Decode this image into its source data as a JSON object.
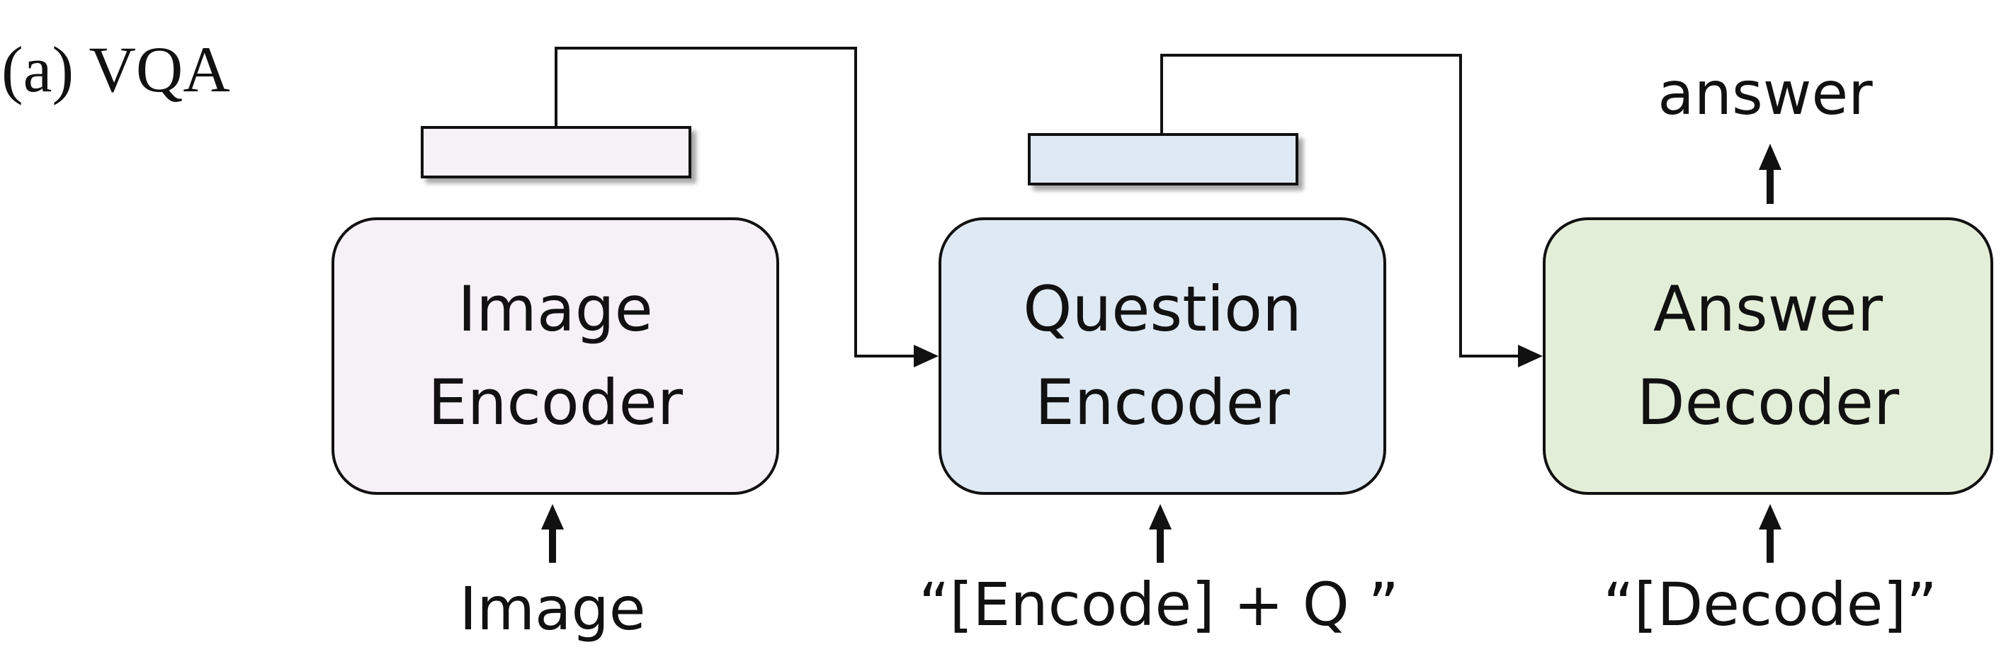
{
  "panel_label": "(a) VQA",
  "colors": {
    "image_encoder_fill": "#f6f0f7",
    "question_encoder_fill": "#dfe9f4",
    "answer_decoder_fill": "#e3eed8",
    "line": "#111111"
  },
  "blocks": {
    "image_encoder": {
      "line1": "Image",
      "line2": "Encoder"
    },
    "question_encoder": {
      "line1": "Question",
      "line2": "Encoder"
    },
    "answer_decoder": {
      "line1": "Answer",
      "line2": "Decoder"
    }
  },
  "inputs": {
    "image": "Image",
    "question": "“[Encode] + Q ”",
    "decode": "“[Decode]”"
  },
  "output": "answer"
}
